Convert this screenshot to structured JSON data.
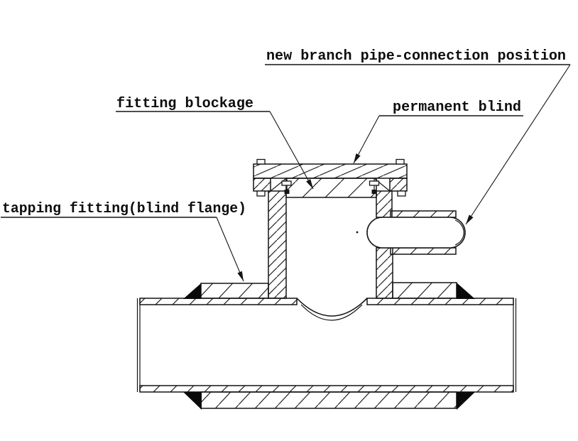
{
  "diagram": {
    "kind": "pipe-tapping-fitting-cross-section",
    "labels": {
      "new_branch": "new branch pipe-connection position",
      "fitting_blockage": "fitting blockage",
      "permanent_blind": "permanent blind",
      "tapping_fitting": "tapping fitting(blind flange)"
    }
  },
  "colors": {
    "ink": "#141414",
    "hatch": "#1f1f1f",
    "weld": "#0a0a0a",
    "text": "#0d0d0d",
    "background": "#ffffff"
  }
}
